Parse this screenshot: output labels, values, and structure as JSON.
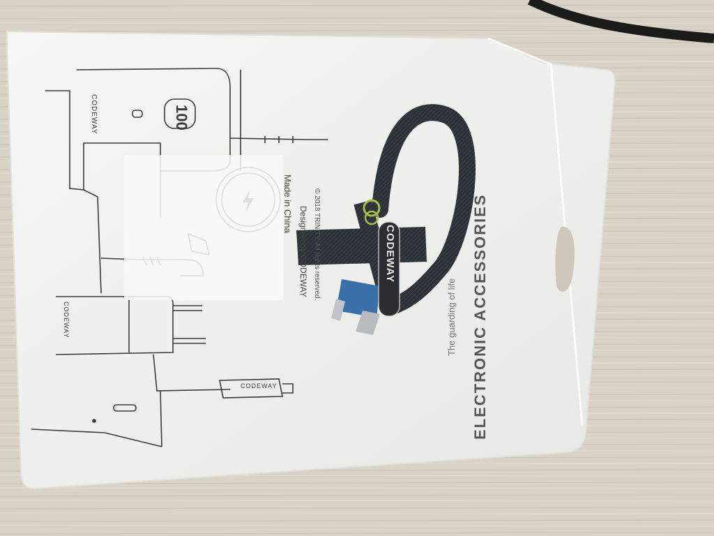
{
  "package": {
    "brand_mark": "CODEWAY",
    "display_value": "100",
    "title_text": "ELECTRONIC ACCESSORIES",
    "subtitle_text": "The guarding of life",
    "credit_line_1": "Made in China",
    "credit_line_2": "Designed by CODEWAY",
    "credit_line_3": "© 2018 TRINITY. All rights reserved."
  },
  "cable_label": "CODEWAY",
  "colors": {
    "table": "#d8d2c4",
    "bag": "#f4f4f2",
    "line_art": "#3a3a3a",
    "cable": "#2c3138",
    "connector_blue": "#3a6fa8",
    "cable_accent": "#a8c246"
  }
}
